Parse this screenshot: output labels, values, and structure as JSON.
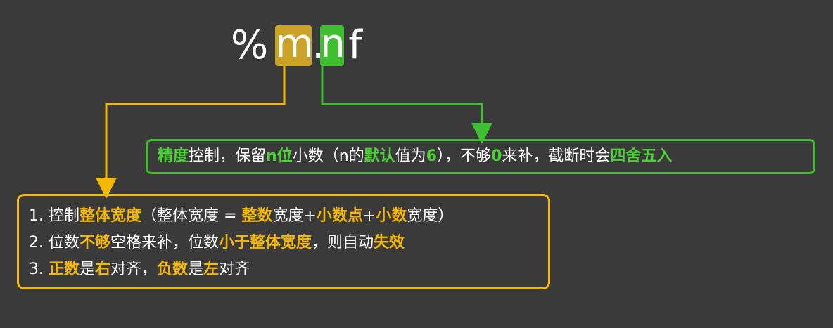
{
  "format": {
    "percent": "%",
    "width_token": "m",
    "dot": ".",
    "precision_token": "n",
    "type_char": "f"
  },
  "precision_box": {
    "segments": [
      {
        "text": "精度",
        "hl": "green"
      },
      {
        "text": "控制，保留",
        "hl": ""
      },
      {
        "text": "n位",
        "hl": "green"
      },
      {
        "text": "小数（n的",
        "hl": ""
      },
      {
        "text": "默认",
        "hl": "green"
      },
      {
        "text": "值为",
        "hl": ""
      },
      {
        "text": "6",
        "hl": "green"
      },
      {
        "text": "），不够",
        "hl": ""
      },
      {
        "text": "0",
        "hl": "green"
      },
      {
        "text": "来补，截断时会",
        "hl": ""
      },
      {
        "text": "四舍五入",
        "hl": "green"
      }
    ]
  },
  "width_box": {
    "lines": [
      [
        {
          "text": "1. 控制",
          "hl": ""
        },
        {
          "text": "整体宽度",
          "hl": "yellow"
        },
        {
          "text": "（整体宽度 = ",
          "hl": ""
        },
        {
          "text": "整数",
          "hl": "yellow"
        },
        {
          "text": "宽度+",
          "hl": ""
        },
        {
          "text": "小数点",
          "hl": "yellow"
        },
        {
          "text": "+",
          "hl": ""
        },
        {
          "text": "小数",
          "hl": "yellow"
        },
        {
          "text": "宽度）",
          "hl": ""
        }
      ],
      [
        {
          "text": "2. 位数",
          "hl": ""
        },
        {
          "text": "不够",
          "hl": "yellow"
        },
        {
          "text": "空格来补，位数",
          "hl": ""
        },
        {
          "text": "小于整体宽度",
          "hl": "yellow"
        },
        {
          "text": "，则自动",
          "hl": ""
        },
        {
          "text": "失效",
          "hl": "yellow"
        }
      ],
      [
        {
          "text": "3. ",
          "hl": ""
        },
        {
          "text": "正数",
          "hl": "yellow"
        },
        {
          "text": "是",
          "hl": ""
        },
        {
          "text": "右",
          "hl": "yellow"
        },
        {
          "text": "对齐，",
          "hl": ""
        },
        {
          "text": "负数",
          "hl": "yellow"
        },
        {
          "text": "是",
          "hl": ""
        },
        {
          "text": "左",
          "hl": "yellow"
        },
        {
          "text": "对齐",
          "hl": ""
        }
      ]
    ]
  },
  "colors": {
    "background": "#3a3a3a",
    "green": "#3fbf2f",
    "green_text": "#4cd137",
    "yellow": "#f5b800",
    "mustard": "#c9a227"
  }
}
